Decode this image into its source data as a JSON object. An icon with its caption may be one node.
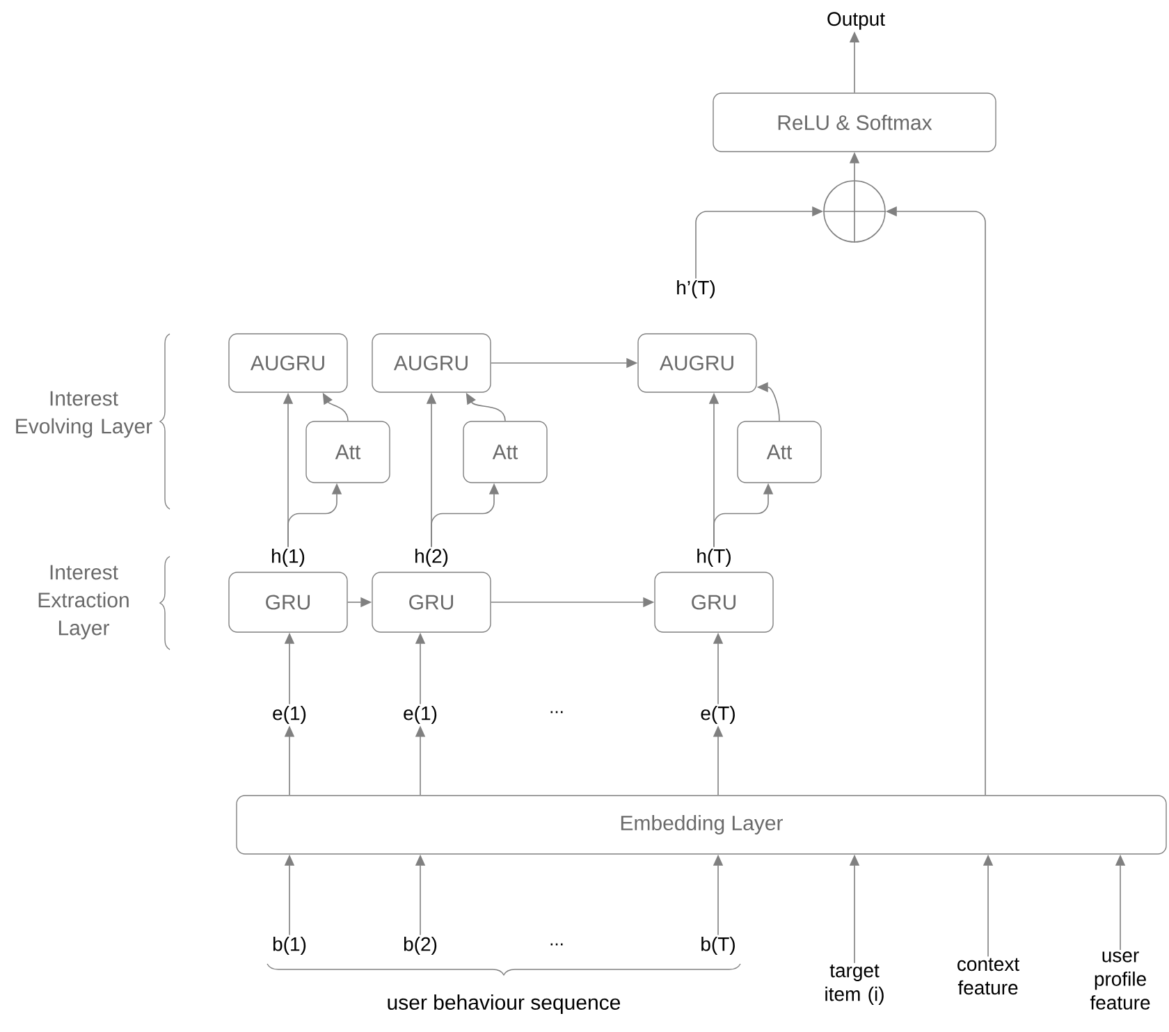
{
  "diagram": {
    "nodes": [
      {
        "text": [
          "Output"
        ]
      },
      {
        "text": [
          "ReLU & Softmax"
        ]
      },
      {
        "text": [],
        "shape": "circle"
      },
      {
        "text": [
          "h’(T)"
        ]
      },
      {
        "text": [
          "AUGRU"
        ]
      },
      {
        "text": [
          "AUGRU"
        ]
      },
      {
        "text": [
          "AUGRU"
        ]
      },
      {
        "text": [
          "Att"
        ]
      },
      {
        "text": [
          "Att"
        ]
      },
      {
        "text": [
          "Att"
        ]
      },
      {
        "text": [
          "h(1)"
        ]
      },
      {
        "text": [
          "h(2)"
        ]
      },
      {
        "text": [
          "h(T)"
        ]
      },
      {
        "text": [
          "GRU"
        ]
      },
      {
        "text": [
          "GRU"
        ]
      },
      {
        "text": [
          "GRU"
        ]
      },
      {
        "text": [
          "e(1)"
        ]
      },
      {
        "text": [
          "e(1)"
        ]
      },
      {
        "text": [
          "e(T)"
        ]
      },
      {
        "text": [
          "Embedding Layer"
        ]
      },
      {
        "text": [
          "b(1)"
        ]
      },
      {
        "text": [
          "b(2)"
        ]
      },
      {
        "text": [
          "b(T)"
        ]
      },
      {
        "text": [
          "target item (i)"
        ]
      },
      {
        "text": [
          "context feature"
        ]
      },
      {
        "text": [
          "user profile feature"
        ]
      }
    ],
    "edges": [
      {
        "from": 1,
        "to": 0,
        "arrow": "to"
      },
      {
        "from": 2,
        "to": 1,
        "arrow": "to"
      },
      {
        "from": 3,
        "to": 2,
        "arrow": "to"
      },
      {
        "from": 19,
        "to": 2,
        "arrow": "to"
      },
      {
        "from": 5,
        "to": 6,
        "arrow": "to"
      },
      {
        "from": 10,
        "to": 4,
        "arrow": "to"
      },
      {
        "from": 10,
        "to": 7,
        "arrow": "to"
      },
      {
        "from": 7,
        "to": 4,
        "arrow": "to"
      },
      {
        "from": 11,
        "to": 5,
        "arrow": "to"
      },
      {
        "from": 11,
        "to": 8,
        "arrow": "to"
      },
      {
        "from": 8,
        "to": 5,
        "arrow": "to"
      },
      {
        "from": 12,
        "to": 6,
        "arrow": "to"
      },
      {
        "from": 12,
        "to": 9,
        "arrow": "to"
      },
      {
        "from": 9,
        "to": 6,
        "arrow": "to"
      },
      {
        "from": 13,
        "to": 14,
        "arrow": "to"
      },
      {
        "from": 14,
        "to": 15,
        "arrow": "to"
      },
      {
        "from": 16,
        "to": 13,
        "arrow": "to"
      },
      {
        "from": 17,
        "to": 14,
        "arrow": "to"
      },
      {
        "from": 18,
        "to": 15,
        "arrow": "to"
      },
      {
        "from": 19,
        "to": 16,
        "arrow": "to"
      },
      {
        "from": 19,
        "to": 17,
        "arrow": "to"
      },
      {
        "from": 19,
        "to": 18,
        "arrow": "to"
      },
      {
        "from": 20,
        "to": 19,
        "arrow": "to"
      },
      {
        "from": 21,
        "to": 19,
        "arrow": "to"
      },
      {
        "from": 22,
        "to": 19,
        "arrow": "to"
      },
      {
        "from": 23,
        "to": 19,
        "arrow": "to"
      },
      {
        "from": 24,
        "to": 19,
        "arrow": "to"
      },
      {
        "from": 25,
        "to": 19,
        "arrow": "to"
      }
    ],
    "labels": [
      "Interest Evolving Layer",
      "Interest Extraction Layer",
      "...",
      "...",
      "user behaviour sequence"
    ]
  }
}
